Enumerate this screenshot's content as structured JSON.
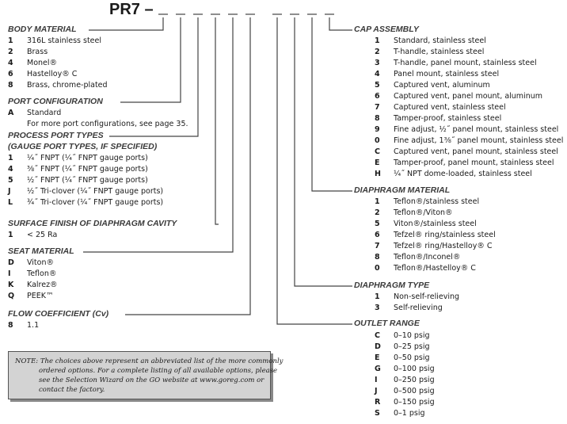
{
  "model_prefix": "PR7 –",
  "body_material": {
    "title": "BODY MATERIAL",
    "options": [
      {
        "code": "1",
        "text": "316L stainless steel"
      },
      {
        "code": "2",
        "text": "Brass"
      },
      {
        "code": "4",
        "text": "Monel®"
      },
      {
        "code": "6",
        "text": "Hastelloy® C"
      },
      {
        "code": "8",
        "text": "Brass, chrome-plated"
      }
    ]
  },
  "port_configuration": {
    "title": "PORT CONFIGURATION",
    "options": [
      {
        "code": "A",
        "text": "Standard"
      }
    ],
    "note": "For more port configurations, see page 35."
  },
  "process_port_types": {
    "title": "PROCESS PORT TYPES",
    "subtitle": "(GAUGE PORT TYPES, IF SPECIFIED)",
    "options": [
      {
        "code": "1",
        "text": "¼˝ FNPT (¼˝ FNPT gauge ports)"
      },
      {
        "code": "4",
        "text": "⅜˝ FNPT (¼˝ FNPT gauge ports)"
      },
      {
        "code": "5",
        "text": "½˝ FNPT (¼˝ FNPT gauge ports)"
      },
      {
        "code": "J",
        "text": "½˝ Tri-clover (¼˝ FNPT gauge ports)"
      },
      {
        "code": "L",
        "text": "¾˝ Tri-clover (¼˝ FNPT gauge ports)"
      }
    ]
  },
  "surface_finish": {
    "title": "SURFACE FINISH OF DIAPHRAGM CAVITY",
    "options": [
      {
        "code": "1",
        "text": "< 25 Ra"
      }
    ]
  },
  "seat_material": {
    "title": "SEAT MATERIAL",
    "options": [
      {
        "code": "D",
        "text": "Viton®"
      },
      {
        "code": "I",
        "text": "Teflon®"
      },
      {
        "code": "K",
        "text": "Kalrez®"
      },
      {
        "code": "Q",
        "text": "PEEK™"
      }
    ]
  },
  "flow_coefficient": {
    "title": "FLOW COEFFICIENT (Cv)",
    "options": [
      {
        "code": "8",
        "text": "1.1"
      }
    ]
  },
  "note": {
    "lines": [
      "NOTE: The choices above represent an abbreviated list of the more commonly",
      "ordered options. For a complete listing of all available options, please",
      "see the Selection Wizard on the GO website at www.goreg.com or",
      "contact  the factory."
    ]
  },
  "cap_assembly": {
    "title": "CAP ASSEMBLY",
    "options": [
      {
        "code": "1",
        "text": "Standard, stainless steel"
      },
      {
        "code": "2",
        "text": "T-handle, stainless steel"
      },
      {
        "code": "3",
        "text": "T-handle, panel mount, stainless steel"
      },
      {
        "code": "4",
        "text": "Panel mount, stainless steel"
      },
      {
        "code": "5",
        "text": "Captured vent, aluminum"
      },
      {
        "code": "6",
        "text": "Captured vent, panel mount, aluminum"
      },
      {
        "code": "7",
        "text": "Captured vent, stainless steel"
      },
      {
        "code": "8",
        "text": "Tamper-proof, stainless steel"
      },
      {
        "code": "9",
        "text": "Fine adjust, ½˝ panel mount, stainless steel"
      },
      {
        "code": "0",
        "text": "Fine adjust, 1⅜˝ panel mount, stainless steel"
      },
      {
        "code": "C",
        "text": "Captured vent, panel mount, stainless steel"
      },
      {
        "code": "E",
        "text": "Tamper-proof, panel mount, stainless steel"
      },
      {
        "code": "H",
        "text": "¼˝ NPT dome-loaded, stainless steel"
      }
    ]
  },
  "diaphragm_material": {
    "title": "DIAPHRAGM MATERIAL",
    "options": [
      {
        "code": "1",
        "text": "Teflon®/stainless steel"
      },
      {
        "code": "2",
        "text": "Teflon®/Viton®"
      },
      {
        "code": "5",
        "text": "Viton®/stainless steel"
      },
      {
        "code": "6",
        "text": "Tefzel® ring/stainless steel"
      },
      {
        "code": "7",
        "text": "Tefzel® ring/Hastelloy® C"
      },
      {
        "code": "8",
        "text": "Teflon®/Inconel®"
      },
      {
        "code": "0",
        "text": "Teflon®/Hastelloy® C"
      }
    ]
  },
  "diaphragm_type": {
    "title": "DIAPHRAGM TYPE",
    "options": [
      {
        "code": "1",
        "text": "Non-self-relieving"
      },
      {
        "code": "3",
        "text": "Self-relieving"
      }
    ]
  },
  "outlet_range": {
    "title": "OUTLET RANGE",
    "options": [
      {
        "code": "C",
        "text": "0–10 psig"
      },
      {
        "code": "D",
        "text": "0–25 psig"
      },
      {
        "code": "E",
        "text": "0–50 psig"
      },
      {
        "code": "G",
        "text": "0–100 psig"
      },
      {
        "code": "I",
        "text": "0–250 psig"
      },
      {
        "code": "J",
        "text": "0–500 psig"
      },
      {
        "code": "R",
        "text": "0–150 psig"
      },
      {
        "code": "S",
        "text": "0–1 psig"
      }
    ]
  },
  "colors": {
    "line": "#444444",
    "title": "#3a3a3a",
    "note_bg": "#d3d3d3"
  }
}
